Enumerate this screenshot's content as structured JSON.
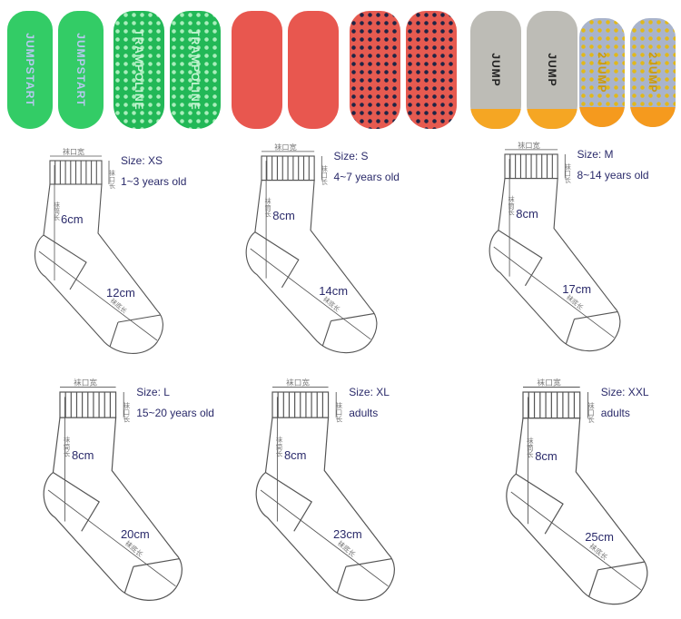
{
  "photos": [
    {
      "name": "green-sock-top",
      "color": "#33cc66",
      "print": "JUMPSTART",
      "sole": false
    },
    {
      "name": "green-sock-sole",
      "color": "#22b857",
      "dot": "#a8eebb",
      "print": "TRAMPOLINE",
      "sole": true
    },
    {
      "name": "red-sock-top",
      "color": "#e8574f",
      "print": "",
      "sole": false
    },
    {
      "name": "red-sock-sole",
      "color": "#e65a50",
      "dot": "#1f2545",
      "print": "",
      "sole": true
    },
    {
      "name": "gray-sock-top",
      "color": "#bdbcb6",
      "band": "#f5a623",
      "print": "JUMP",
      "sole": false
    },
    {
      "name": "blue-sock-sole",
      "color": "#a9b4cc",
      "dot": "#e0b81c",
      "band": "#f59a1e",
      "print": "2JUMP",
      "sole": true
    }
  ],
  "diagram_labels": {
    "cuff_width": "袜口宽",
    "cuff_length": "袜口长",
    "leg_length": "袜筒长",
    "foot_length": "袜底长"
  },
  "sizes": [
    {
      "size": "Size: XS",
      "age": "1~3 years old",
      "leg": "6cm",
      "foot": "12cm"
    },
    {
      "size": "Size: S",
      "age": "4~7 years old",
      "leg": "8cm",
      "foot": "14cm"
    },
    {
      "size": "Size: M",
      "age": "8~14 years old",
      "leg": "8cm",
      "foot": "17cm"
    },
    {
      "size": "Size: L",
      "age": "15~20 years old",
      "leg": "8cm",
      "foot": "20cm"
    },
    {
      "size": "Size: XL",
      "age": "adults",
      "leg": "8cm",
      "foot": "23cm"
    },
    {
      "size": "Size: XXL",
      "age": "adults",
      "leg": "8cm",
      "foot": "25cm"
    }
  ],
  "colors": {
    "text": "#2a2a6a",
    "line": "#555555"
  }
}
